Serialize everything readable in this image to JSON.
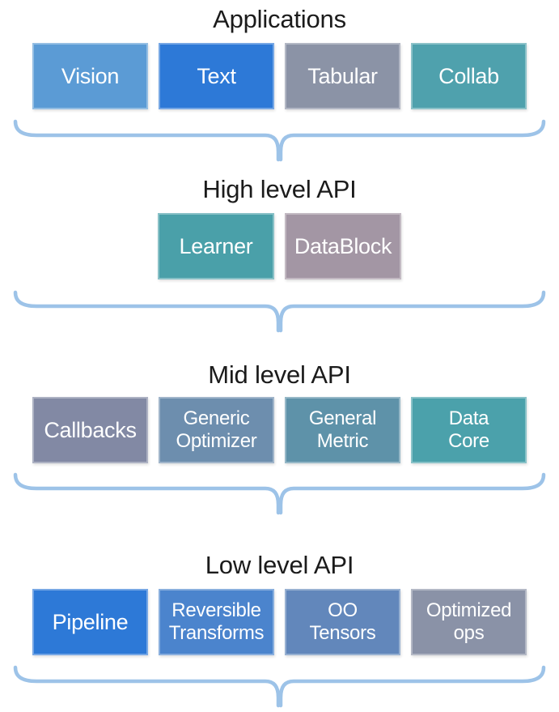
{
  "page": {
    "background": "#ffffff",
    "title_color": "#1b1b1b",
    "box_text_color": "#ffffff",
    "brace_color": "#9dc3e8"
  },
  "sections": [
    {
      "title": "Applications",
      "boxes": [
        {
          "label": "Vision",
          "color": "#5b9bd5"
        },
        {
          "label": "Text",
          "color": "#2d79d7"
        },
        {
          "label": "Tabular",
          "color": "#8b93a6"
        },
        {
          "label": "Collab",
          "color": "#4fa1ad"
        }
      ]
    },
    {
      "title": "High level API",
      "boxes": [
        {
          "label": "Learner",
          "color": "#4aa0a9"
        },
        {
          "label": "DataBlock",
          "color": "#a396a4"
        }
      ]
    },
    {
      "title": "Mid level API",
      "boxes": [
        {
          "label": "Callbacks",
          "color": "#8289a4"
        },
        {
          "label": "Generic\nOptimizer",
          "color": "#6d8eae"
        },
        {
          "label": "General\nMetric",
          "color": "#5e92a9"
        },
        {
          "label": "Data\nCore",
          "color": "#4ba1ab"
        }
      ]
    },
    {
      "title": "Low level API",
      "boxes": [
        {
          "label": "Pipeline",
          "color": "#2d79d7"
        },
        {
          "label": "Reversible\nTransforms",
          "color": "#4b84cd"
        },
        {
          "label": "OO\nTensors",
          "color": "#6287bb"
        },
        {
          "label": "Optimized\nops",
          "color": "#8a92a7"
        }
      ]
    }
  ]
}
